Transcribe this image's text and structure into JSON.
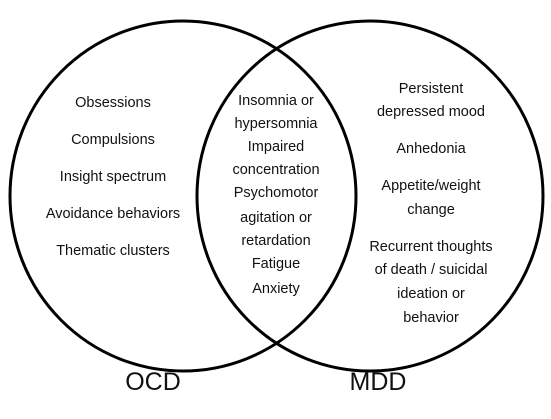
{
  "diagram": {
    "sets": {
      "left": {
        "label": "OCD"
      },
      "right": {
        "label": "MDD"
      }
    },
    "left_only": [
      "Obsessions",
      "Compulsions",
      "Insight spectrum",
      "Avoidance behaviors",
      "Thematic clusters"
    ],
    "overlap": [
      "Insomnia or",
      "hypersomnia",
      "Impaired",
      "concentration",
      "Psychomotor",
      "agitation or",
      "retardation",
      "Fatigue",
      "Anxiety"
    ],
    "right_only": [
      "Persistent",
      "depressed mood",
      "Anhedonia",
      "Appetite/weight",
      "change",
      "Recurrent thoughts",
      "of death / suicidal",
      "ideation or",
      "behavior"
    ],
    "colors": {
      "stroke": "#000000",
      "text": "#111111",
      "background": "#ffffff"
    }
  }
}
